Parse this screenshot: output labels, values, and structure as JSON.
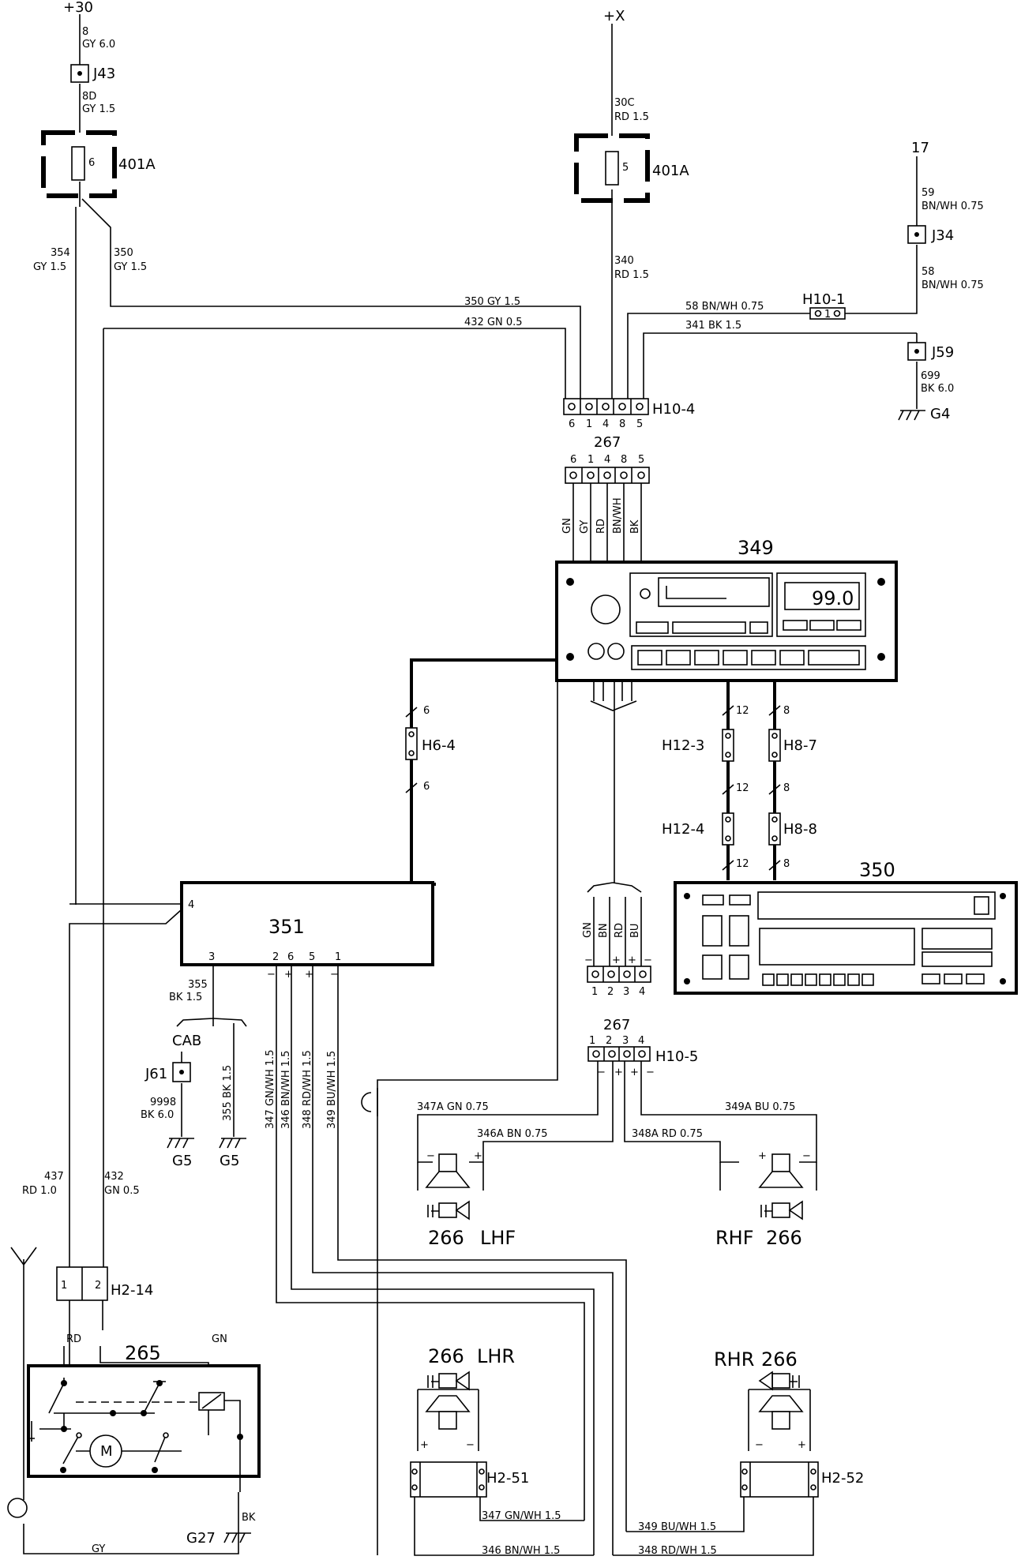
{
  "supplies": {
    "p30": "+30",
    "px": "+X",
    "p17": "17"
  },
  "wires": {
    "w8": "8",
    "w8_gy": "GY 6.0",
    "w8d": "8D",
    "w8d_gy": "GY 1.5",
    "w30c": "30C",
    "w30c_rd": "RD 1.5",
    "w59": "59",
    "w59_bn": "BN/WH 0.75",
    "w58": "58",
    "w58_bn": "BN/WH 0.75",
    "w354": "354",
    "w354_gy": "GY 1.5",
    "w350": "350",
    "w350_gy": "GY 1.5",
    "w340": "340",
    "w340_rd": "RD 1.5",
    "h350": "350 GY 1.5",
    "h432": "432 GN 0.5",
    "h58": "58 BN/WH 0.75",
    "h341": "341 BK 1.5",
    "w699": "699",
    "w699_bk": "BK 6.0",
    "w355": "355",
    "w355_bk": "BK 1.5",
    "w9998": "9998",
    "w9998_bk": "BK 6.0",
    "v355": "355 BK 1.5",
    "w437": "437",
    "w437_rd": "RD 1.0",
    "w432": "432",
    "w432_gn": "GN 0.5",
    "v347": "347 GN/WH 1.5",
    "v346": "346 BN/WH 1.5",
    "v348": "348 RD/WH 1.5",
    "v349": "349 BU/WH 1.5",
    "h347a": "347A GN 0.75",
    "h346a": "346A BN 0.75",
    "h349a": "349A BU 0.75",
    "h348a": "348A RD 0.75",
    "b347": "347 GN/WH 1.5",
    "b346": "346 BN/WH 1.5",
    "b349": "349 BU/WH 1.5",
    "b348": "348 RD/WH 1.5",
    "rd": "RD",
    "gn": "GN",
    "gy": "GY",
    "bk": "BK"
  },
  "components": {
    "j43": "J43",
    "j34": "J34",
    "j59": "J59",
    "j61": "J61",
    "fuse_a": "401A",
    "fuse_a_num": "6",
    "fuse_b": "401A",
    "fuse_b_num": "5",
    "h10_1": "H10-1",
    "h10_1_pin": "1",
    "h10_4": "H10-4",
    "h10_5": "H10-5",
    "g4": "G4",
    "g5a": "G5",
    "g5b": "G5",
    "g27": "G27",
    "c267a": "267",
    "c267b": "267",
    "radio": "349",
    "changer": "350",
    "amp": "351",
    "h6_4": "H6-4",
    "h12_3": "H12-3",
    "h8_7": "H8-7",
    "h12_4": "H12-4",
    "h8_8": "H8-8",
    "cab": "CAB",
    "h2_14": "H2-14",
    "antenna": "265",
    "h2_51": "H2-51",
    "h2_52": "H2-52",
    "m": "M",
    "display": "99.0",
    "lhf_num": "266",
    "lhf": "LHF",
    "rhf": "RHF",
    "rhf_num": "266",
    "lhr_num": "266",
    "lhr": "LHR",
    "rhr": "RHR",
    "rhr_num": "266"
  },
  "pins": {
    "h10_4": [
      "6",
      "1",
      "4",
      "8",
      "5"
    ],
    "c267": [
      "6",
      "1",
      "4",
      "8",
      "5"
    ],
    "c267_colors": [
      "GN",
      "GY",
      "RD",
      "BN/WH",
      "BK"
    ],
    "amp": [
      "4",
      "3",
      "2",
      "6",
      "5",
      "1"
    ],
    "amp_sign": [
      "−",
      "+",
      "+",
      "−"
    ],
    "h10_5": [
      "1",
      "2",
      "3",
      "4"
    ],
    "h10_5_sign": [
      "−",
      "+",
      "+",
      "−"
    ],
    "radio_spk": [
      "1",
      "2",
      "3",
      "4"
    ],
    "radio_spk_colors": [
      "GN",
      "BN",
      "RD",
      "BU"
    ],
    "radio_spk_sign": [
      "−",
      "+",
      "+",
      "−"
    ],
    "h2_14": [
      "1",
      "2"
    ],
    "bundle": [
      "6",
      "6",
      "12",
      "8",
      "12",
      "8",
      "12",
      "8"
    ],
    "speaker_sign": [
      "−",
      "+",
      "+",
      "−",
      "+",
      "−",
      "−",
      "+"
    ]
  }
}
